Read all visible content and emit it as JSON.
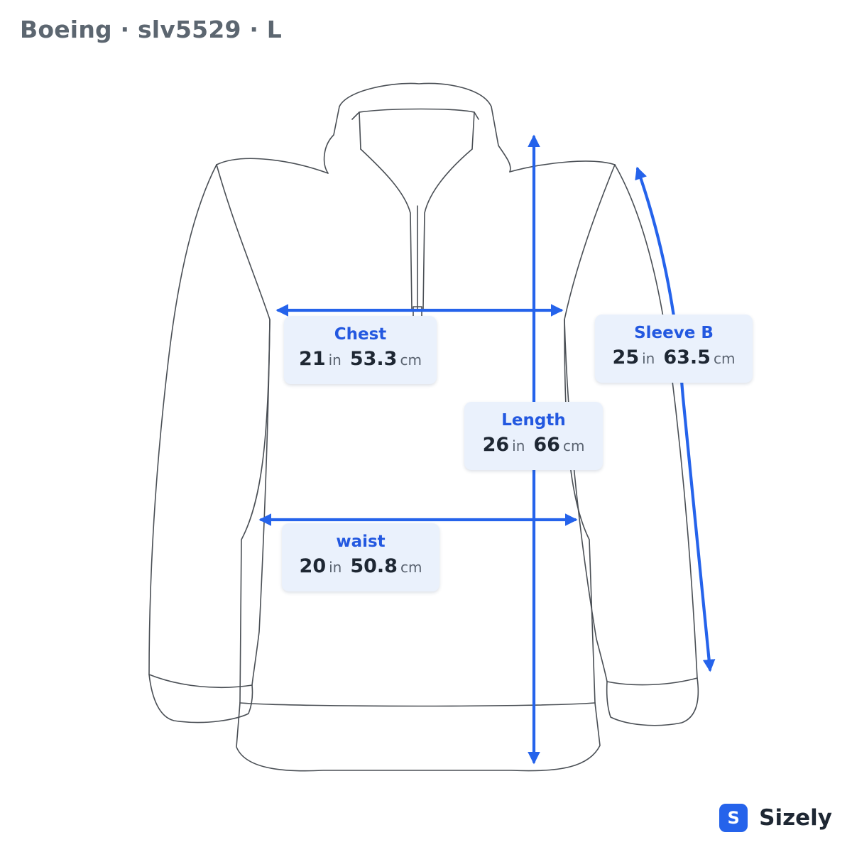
{
  "title": "Boeing · slv5529 · L",
  "accent_color": "#2563eb",
  "outline_color": "#4a4f55",
  "measurements": {
    "chest": {
      "name": "Chest",
      "in_value": "21",
      "in_unit": "in",
      "cm_value": "53.3",
      "cm_unit": "cm"
    },
    "sleeve": {
      "name": "Sleeve B",
      "in_value": "25",
      "in_unit": "in",
      "cm_value": "63.5",
      "cm_unit": "cm"
    },
    "length": {
      "name": "Length",
      "in_value": "26",
      "in_unit": "in",
      "cm_value": "66",
      "cm_unit": "cm"
    },
    "waist": {
      "name": "waist",
      "in_value": "20",
      "in_unit": "in",
      "cm_value": "50.8",
      "cm_unit": "cm"
    }
  },
  "brand": {
    "icon_letter": "S",
    "name": "Sizely"
  }
}
